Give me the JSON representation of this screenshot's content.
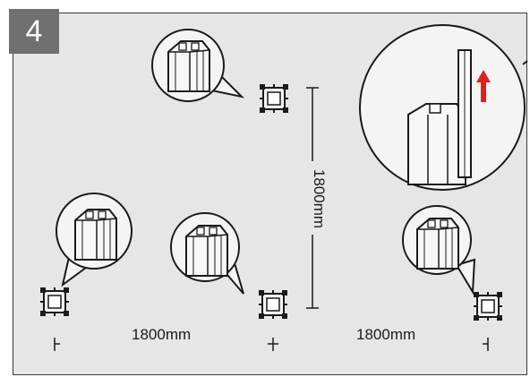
{
  "step": {
    "number": "4"
  },
  "dimensions": {
    "horizontal_left": "1800mm",
    "horizontal_right": "1800mm",
    "vertical": "1800mm"
  },
  "colors": {
    "panel_background": "#e6e6e6",
    "badge_background": "#707070",
    "arrow": "#e02020",
    "line": "#1a1a1a"
  },
  "icons": {
    "lift_arrow": "red-up-arrow",
    "post_detail": "post-magnifier-callout",
    "post_profile": "post-top-profile"
  }
}
